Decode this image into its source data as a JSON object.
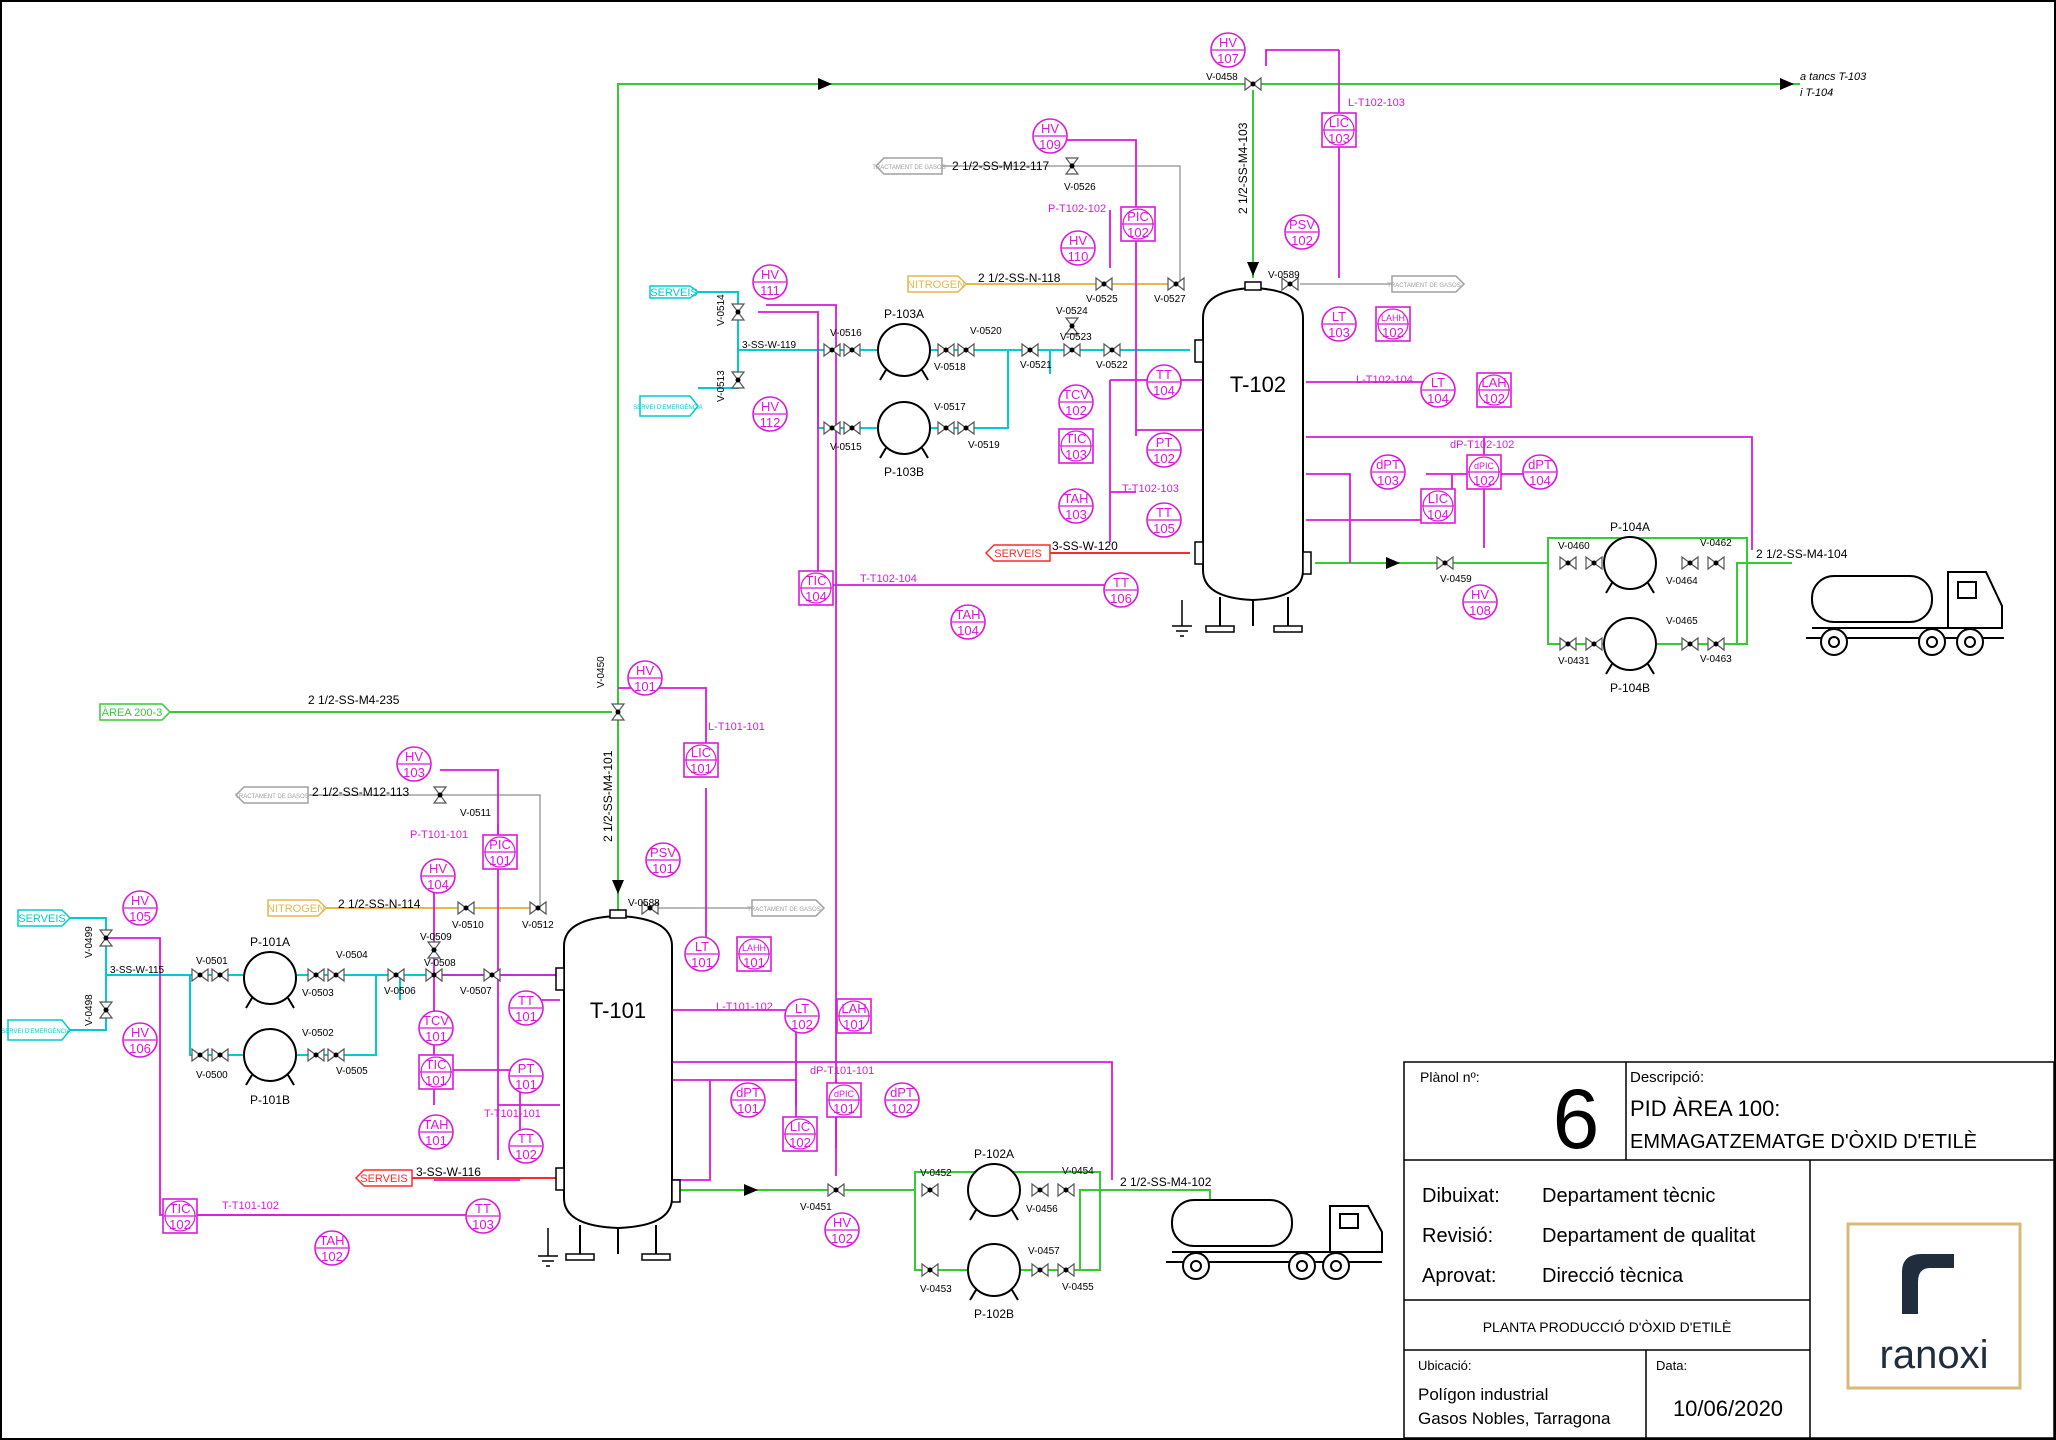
{
  "equipment": {
    "tanks": [
      "T-101",
      "T-102"
    ],
    "pumps": [
      "P-101A",
      "P-101B",
      "P-102A",
      "P-102B",
      "P-103A",
      "P-103B",
      "P-104A",
      "P-104B"
    ]
  },
  "off_page": {
    "area200": "ÀREA 200-3",
    "serveis": "SERVEIS",
    "servei_emergencia": "SERVEI D'EMERGÈNCIA",
    "nitrogen": "NITROGEN",
    "tractament_gasos": "TRACTAMENT DE GASOS",
    "to_tanks_1": "a tancs T-103",
    "to_tanks_2": "i T-104"
  },
  "lines": {
    "l235": "2 1/2-SS-M4-235",
    "m4_101": "2 1/2-SS-M4-101",
    "m4_102": "2 1/2-SS-M4-102",
    "m4_103": "2 1/2-SS-M4-103",
    "m4_104": "2 1/2-SS-M4-104",
    "m12_113": "2 1/2-SS-M12-113",
    "m12_117": "2 1/2-SS-M12-117",
    "n114": "2 1/2-SS-N-114",
    "n118": "2 1/2-SS-N-118",
    "w115": "3-SS-W-115",
    "w116": "3-SS-W-116",
    "w119": "3-SS-W-119",
    "w120": "3-SS-W-120",
    "L_T101_101": "L-T101-101",
    "L_T101_102": "L-T101-102",
    "P_T101_101": "P-T101-101",
    "T_T101_101": "T-T101-101",
    "T_T101_102": "T-T101-102",
    "dP_T101_101": "dP-T101-101",
    "L_T102_103": "L-T102-103",
    "L_T102_104": "L-T102-104",
    "P_T102_102": "P-T102-102",
    "T_T102_103": "T-T102-103",
    "T_T102_104": "T-T102-104",
    "dP_T102_102": "dP-T102-102"
  },
  "valves": {
    "V0450": "V-0450",
    "V0451": "V-0451",
    "V0452": "V-0452",
    "V0453": "V-0453",
    "V0454": "V-0454",
    "V0455": "V-0455",
    "V0456": "V-0456",
    "V0457": "V-0457",
    "V0458": "V-0458",
    "V0459": "V-0459",
    "V0460": "V-0460",
    "V0462": "V-0462",
    "V0463": "V-0463",
    "V0464": "V-0464",
    "V0465": "V-0465",
    "V0431": "V-0431",
    "V0498": "V-0498",
    "V0499": "V-0499",
    "V0500": "V-0500",
    "V0501": "V-0501",
    "V0502": "V-0502",
    "V0503": "V-0503",
    "V0504": "V-0504",
    "V0505": "V-0505",
    "V0506": "V-0506",
    "V0507": "V-0507",
    "V0508": "V-0508",
    "V0509": "V-0509",
    "V0510": "V-0510",
    "V0511": "V-0511",
    "V0512": "V-0512",
    "V0513": "V-0513",
    "V0514": "V-0514",
    "V0515": "V-0515",
    "V0516": "V-0516",
    "V0517": "V-0517",
    "V0518": "V-0518",
    "V0519": "V-0519",
    "V0520": "V-0520",
    "V0521": "V-0521",
    "V0522": "V-0522",
    "V0523": "V-0523",
    "V0524": "V-0524",
    "V0525": "V-0525",
    "V0526": "V-0526",
    "V0527": "V-0527",
    "V0588": "V-0588",
    "V0589": "V-0589"
  },
  "instruments": {
    "HV101": [
      "HV",
      "101"
    ],
    "HV102": [
      "HV",
      "102"
    ],
    "HV103": [
      "HV",
      "103"
    ],
    "HV104": [
      "HV",
      "104"
    ],
    "HV105": [
      "HV",
      "105"
    ],
    "HV106": [
      "HV",
      "106"
    ],
    "HV107": [
      "HV",
      "107"
    ],
    "HV108": [
      "HV",
      "108"
    ],
    "HV109": [
      "HV",
      "109"
    ],
    "HV110": [
      "HV",
      "110"
    ],
    "HV111": [
      "HV",
      "111"
    ],
    "HV112": [
      "HV",
      "112"
    ],
    "PSV101": [
      "PSV",
      "101"
    ],
    "PSV102": [
      "PSV",
      "102"
    ],
    "LT101": [
      "LT",
      "101"
    ],
    "LT102": [
      "LT",
      "102"
    ],
    "LT103": [
      "LT",
      "103"
    ],
    "LT104": [
      "LT",
      "104"
    ],
    "TT101": [
      "TT",
      "101"
    ],
    "TT102": [
      "TT",
      "102"
    ],
    "TT103": [
      "TT",
      "103"
    ],
    "TT104": [
      "TT",
      "104"
    ],
    "TT105": [
      "TT",
      "105"
    ],
    "TT106": [
      "TT",
      "106"
    ],
    "PT101": [
      "PT",
      "101"
    ],
    "PT102": [
      "PT",
      "102"
    ],
    "TCV101": [
      "TCV",
      "101"
    ],
    "TCV102": [
      "TCV",
      "102"
    ],
    "TAH101": [
      "TAH",
      "101"
    ],
    "TAH102": [
      "TAH",
      "102"
    ],
    "TAH103": [
      "TAH",
      "103"
    ],
    "TAH104": [
      "TAH",
      "104"
    ],
    "dPT101": [
      "dPT",
      "101"
    ],
    "dPT102": [
      "dPT",
      "102"
    ],
    "dPT103": [
      "dPT",
      "103"
    ],
    "dPT104": [
      "dPT",
      "104"
    ],
    "LIC101": [
      "LIC",
      "101"
    ],
    "LIC102": [
      "LIC",
      "102"
    ],
    "LIC103": [
      "LIC",
      "103"
    ],
    "LIC104": [
      "LIC",
      "104"
    ],
    "PIC101": [
      "PIC",
      "101"
    ],
    "PIC102": [
      "PIC",
      "102"
    ],
    "TIC101": [
      "TIC",
      "101"
    ],
    "TIC102": [
      "TIC",
      "102"
    ],
    "TIC103": [
      "TIC",
      "103"
    ],
    "TIC104": [
      "TIC",
      "104"
    ],
    "LAHH101": [
      "LAHH",
      "101"
    ],
    "LAHH102": [
      "LAHH",
      "102"
    ],
    "LAH101": [
      "LAH",
      "101"
    ],
    "LAH102": [
      "LAH",
      "102"
    ],
    "dPIC101": [
      "dPIC",
      "101"
    ],
    "dPIC102": [
      "dPIC",
      "102"
    ]
  },
  "title_block": {
    "planol_label": "Plànol nº:",
    "planol_num": "6",
    "descripcio_label": "Descripció:",
    "descripcio_1": "PID ÀREA 100:",
    "descripcio_2": "EMMAGATZEMATGE D'ÒXID D'ETILÈ",
    "dibuixat_label": "Dibuixat:",
    "dibuixat": "Departament tècnic",
    "revisio_label": "Revisió:",
    "revisio": "Departament de qualitat",
    "aprovat_label": "Aprovat:",
    "aprovat": "Direcció tècnica",
    "planta": "PLANTA PRODUCCIÓ D'ÒXID D'ETILÈ",
    "ubicacio_label": "Ubicació:",
    "ubicacio_1": "Polígon industrial",
    "ubicacio_2": "Gasos Nobles, Tarragona",
    "data_label": "Data:",
    "data": "10/06/2020",
    "logo_text": "ranoxi"
  },
  "colors": {
    "product": "#33cc33",
    "instrument": "#d81ad8",
    "cooling": "#00cccc",
    "steam": "#ff2a2a",
    "nitrogen": "#e6b84d",
    "gas": "#a0a0a0",
    "logo_frame": "#d9b97a",
    "logo_r": "#1f2d3d"
  }
}
